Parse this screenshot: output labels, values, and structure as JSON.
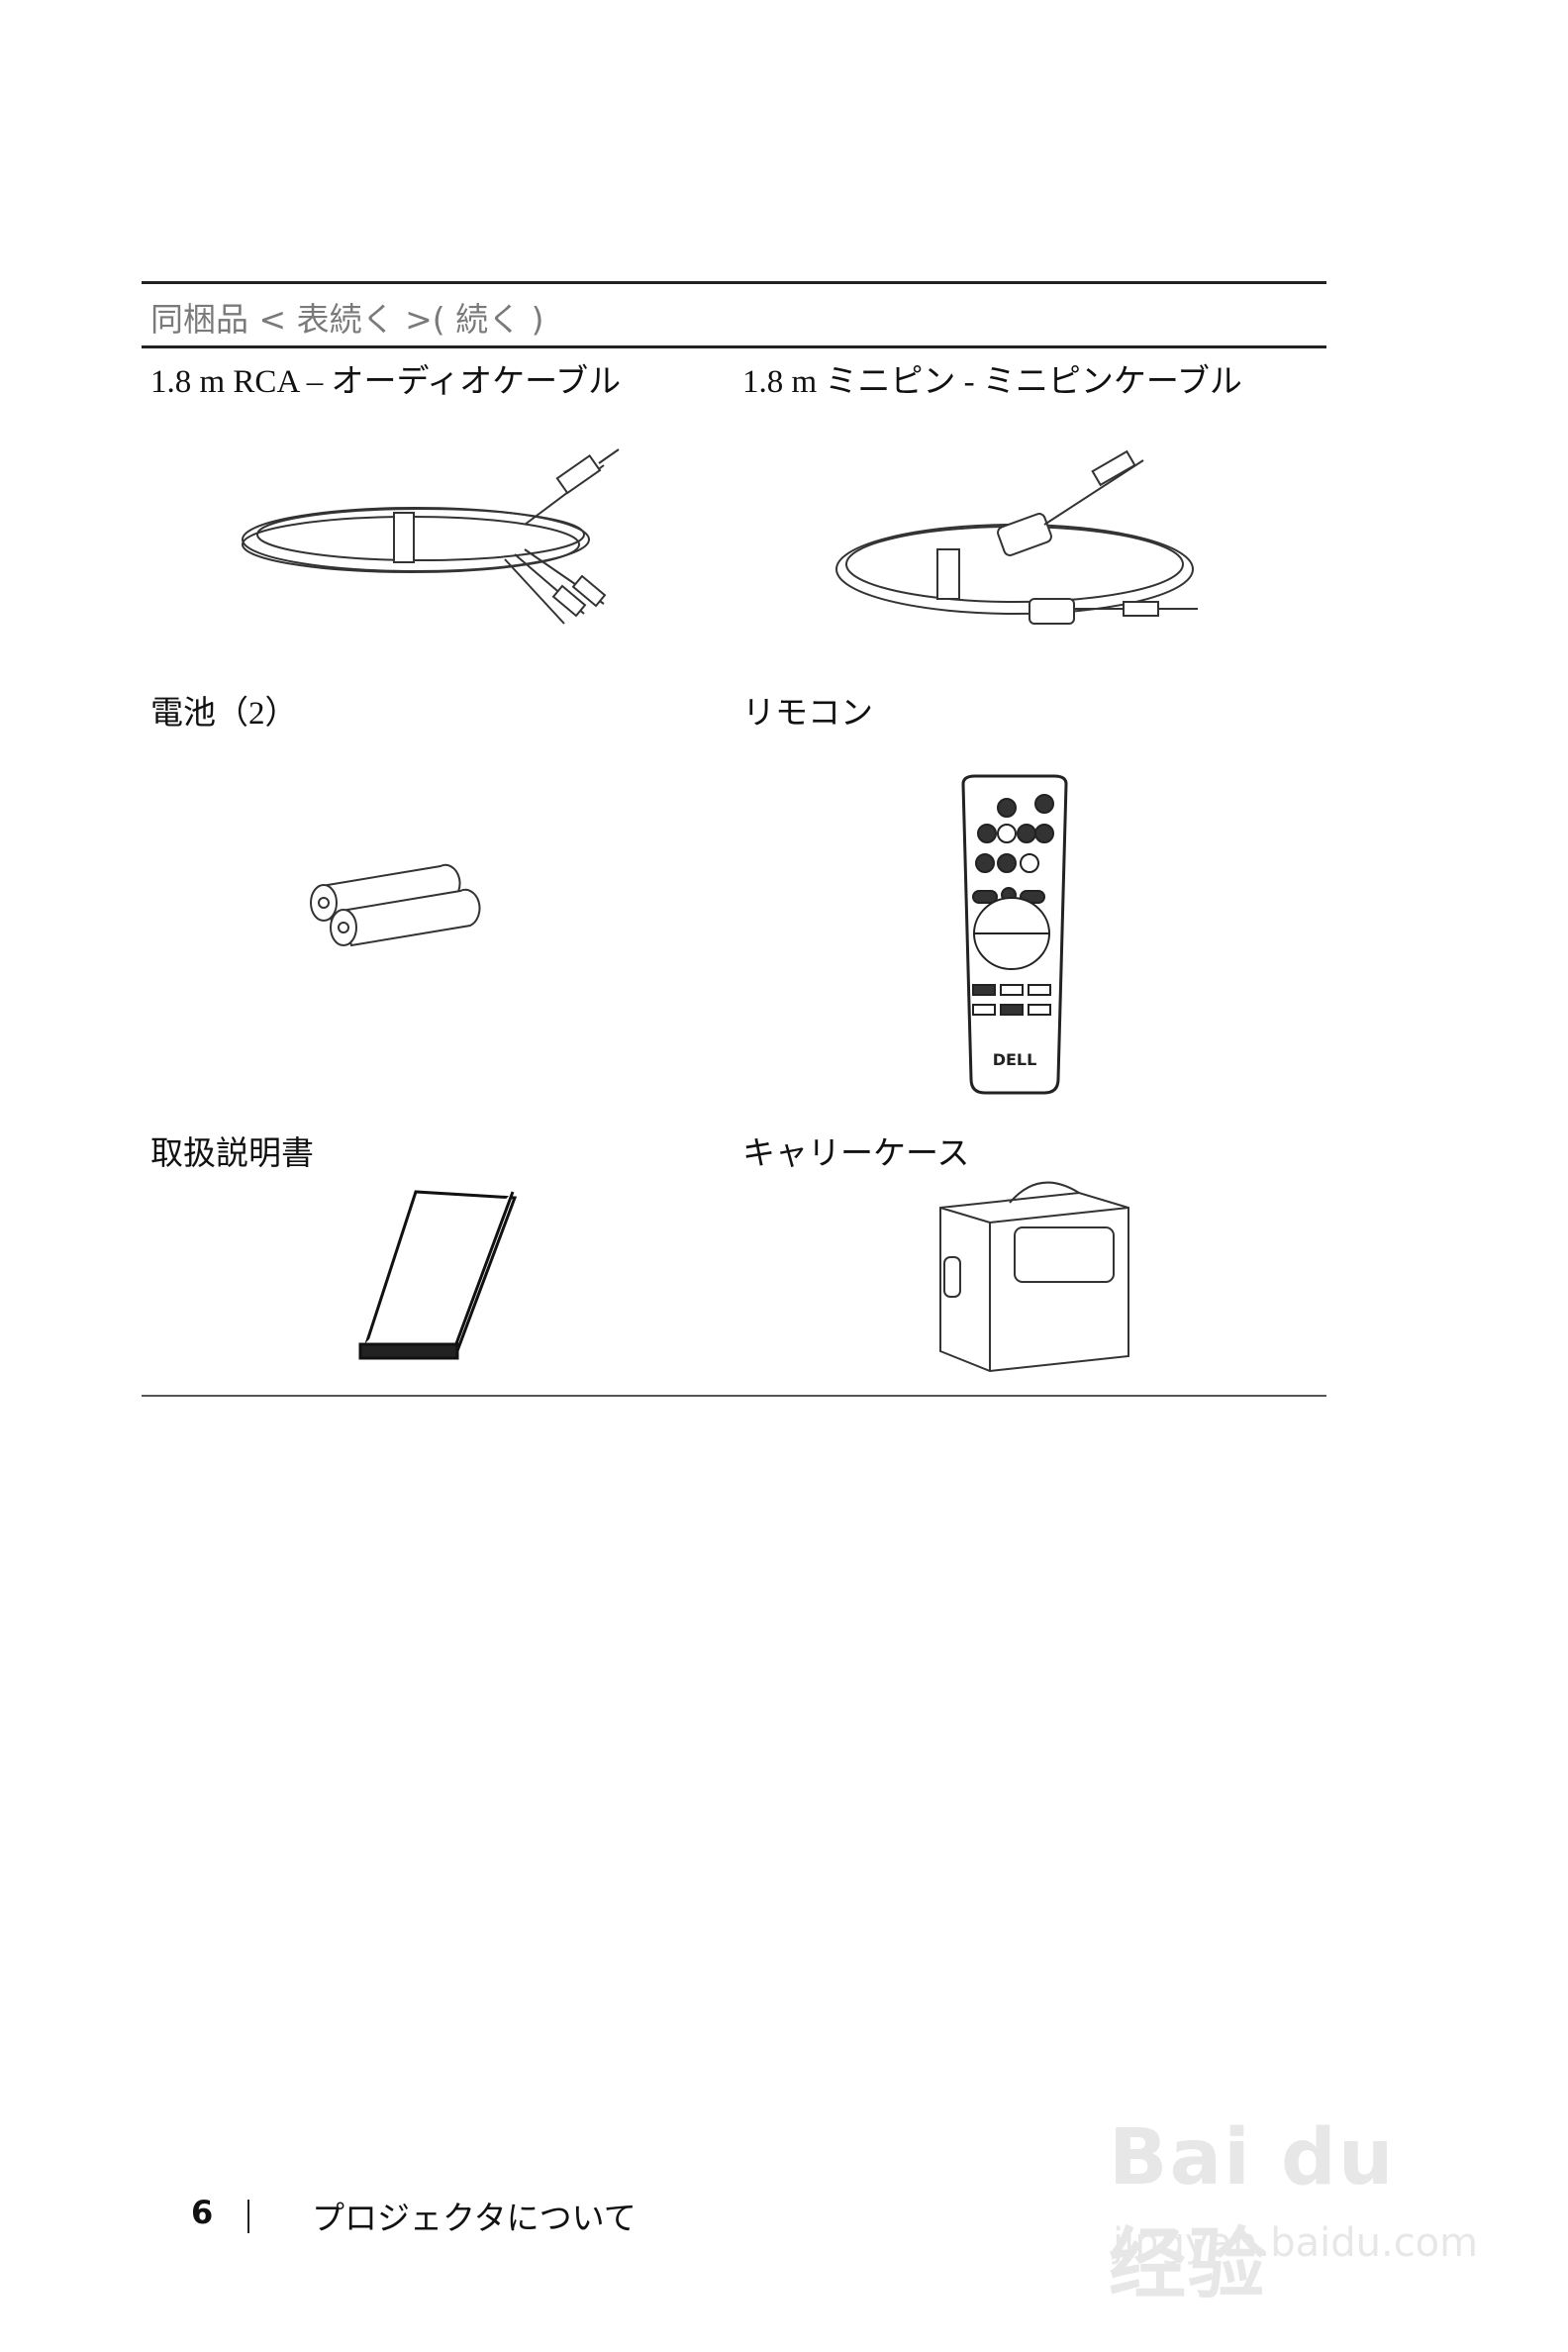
{
  "table": {
    "header": "同梱品 < 表続く >( 続く )",
    "items": [
      {
        "label": "1.8 m RCA – オーディオケーブル",
        "icon": "rca-audio-cable-illustration"
      },
      {
        "label": "1.8 m ミニピン - ミニピンケーブル",
        "icon": "mini-pin-cable-illustration"
      },
      {
        "label": "電池（2）",
        "icon": "batteries-illustration"
      },
      {
        "label": "リモコン",
        "icon": "remote-control-illustration",
        "logo_text": "DELL"
      },
      {
        "label": "取扱説明書",
        "icon": "manual-illustration"
      },
      {
        "label": "キャリーケース",
        "icon": "carry-case-illustration"
      }
    ]
  },
  "footer": {
    "page_number": "6",
    "separator": "|",
    "section_title": "プロジェクタについて"
  },
  "watermark": {
    "brand": "Bai du 经验",
    "url": "jingyan.baidu.com"
  }
}
